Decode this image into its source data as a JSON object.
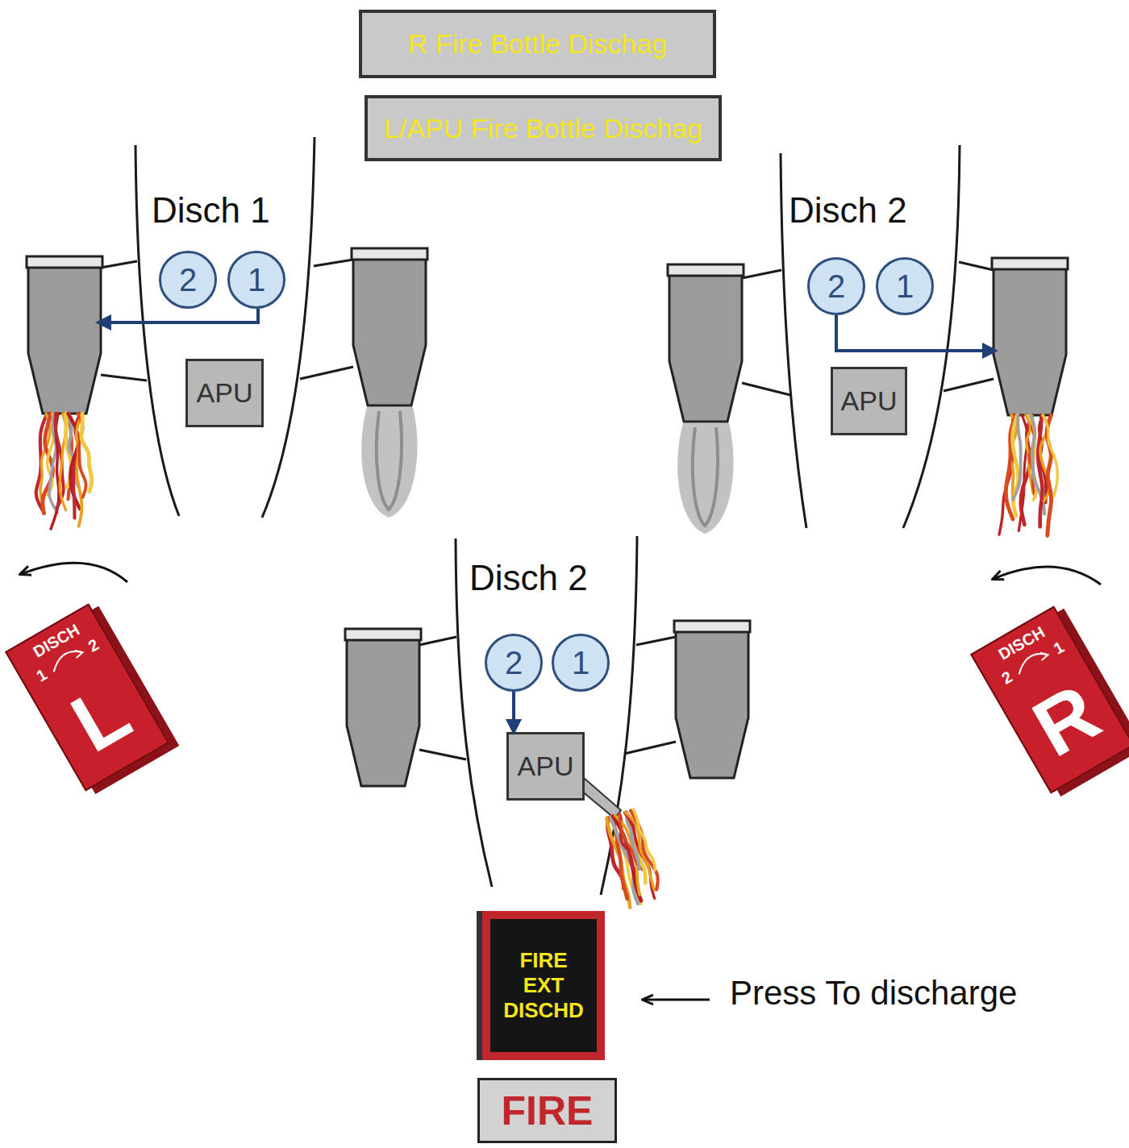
{
  "diagram": {
    "nodes": [
      {
        "text": [
          "R Fire Bottle Dischag"
        ]
      },
      {
        "text": [
          "L/APU Fire Bottle Dischag"
        ]
      },
      {
        "text": [
          "2"
        ]
      },
      {
        "text": [
          "1"
        ]
      },
      {
        "text": [
          "APU"
        ]
      },
      {
        "text": [
          "2"
        ]
      },
      {
        "text": [
          "1"
        ]
      },
      {
        "text": [
          "APU"
        ]
      },
      {
        "text": [
          "DISCH",
          "1",
          "2",
          "L"
        ]
      },
      {
        "text": [
          "DISCH",
          "2",
          "1",
          "R"
        ]
      },
      {
        "text": [
          "2"
        ]
      },
      {
        "text": [
          "1"
        ]
      },
      {
        "text": [
          "APU"
        ]
      },
      {
        "text": [
          "FIRE EXT DISCHD"
        ]
      },
      {
        "text": [
          "FIRE"
        ]
      }
    ],
    "edges": [
      {
        "from": 10,
        "to": 12,
        "arrow": "to"
      }
    ],
    "labels": [
      "Disch 1",
      "Disch 2",
      "Disch 2",
      "Press To discharge"
    ]
  }
}
